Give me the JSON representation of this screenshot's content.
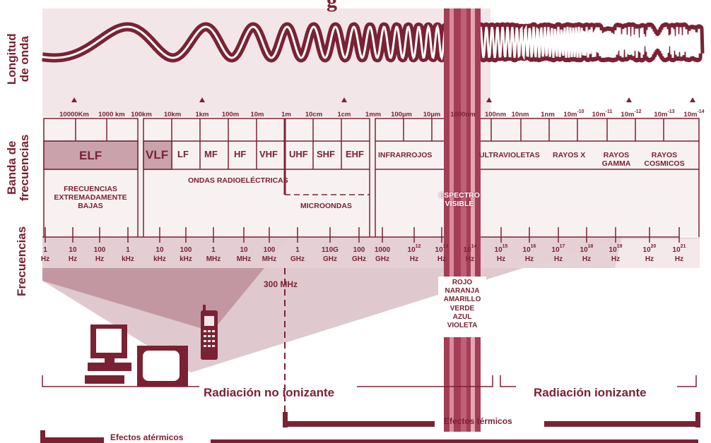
{
  "colors": {
    "dark": "#7a2233",
    "medium": "#c9a2ac",
    "light": "#f2e6e8",
    "mid_light": "#dcc3c9"
  },
  "title_fragment": "g",
  "side_labels": {
    "wavelength": [
      "Longitud",
      "de onda"
    ],
    "band": [
      "Banda de",
      "frecuencias"
    ],
    "frequency": "Frecuencias"
  },
  "wavelength_ticks": [
    "10000Km",
    "1000 km",
    "100km",
    "10km",
    "1km",
    "100m",
    "10m",
    "1m",
    "10cm",
    "1cm",
    "1mm",
    "100µm",
    "10µm",
    "1000nm",
    "100nm",
    "10nm",
    "1nm",
    "10m",
    "10m",
    "10m",
    "10m",
    "10m"
  ],
  "wavelength_exponents": [
    "-10",
    "-11",
    "-12",
    "-13",
    "-14"
  ],
  "bands": {
    "elf": "ELF",
    "vlf": "VLF",
    "lf": "LF",
    "mf": "MF",
    "hf": "HF",
    "vhf": "VHF",
    "uhf": "UHF",
    "shf": "SHF",
    "ehf": "EHF",
    "infrared": "INFRARROJOS",
    "ultraviolet": "ULTRAVIOLETAS",
    "xray": "RAYOS X",
    "gamma": "RAYOS GAMMA",
    "cosmic": "RAYOS COSMICOS"
  },
  "groups": {
    "elf_desc": "FRECUENCIAS EXTREMADAMENTE BAJAS",
    "radio": "ONDAS RADIOELÉCTRICAS",
    "microwave": "MICROONDAS",
    "visible": "ESPECTRO VISIBLE"
  },
  "frequency_ticks": [
    {
      "n": "1",
      "u": "Hz"
    },
    {
      "n": "10",
      "u": "Hz"
    },
    {
      "n": "100",
      "u": "Hz"
    },
    {
      "n": "1",
      "u": "kHz"
    },
    {
      "n": "10",
      "u": "kHz"
    },
    {
      "n": "100",
      "u": "kHz"
    },
    {
      "n": "1",
      "u": "MHz"
    },
    {
      "n": "10",
      "u": "MHz"
    },
    {
      "n": "100",
      "u": "MHz"
    },
    {
      "n": "1",
      "u": "GHz"
    },
    {
      "n": "110G",
      "u": "GHz"
    },
    {
      "n": "100",
      "u": "GHz"
    },
    {
      "n": "1000",
      "u": "GHz"
    },
    {
      "n": "10",
      "u": "Hz",
      "e": "12"
    },
    {
      "n": "10",
      "u": "Hz",
      "e": "13"
    },
    {
      "n": "10",
      "u": "Hz",
      "e": "14"
    },
    {
      "n": "10",
      "u": "Hz",
      "e": "15"
    },
    {
      "n": "10",
      "u": "Hz",
      "e": "16"
    },
    {
      "n": "10",
      "u": "Hz",
      "e": "17"
    },
    {
      "n": "10",
      "u": "Hz",
      "e": "18"
    },
    {
      "n": "10",
      "u": "Hz",
      "e": "19"
    },
    {
      "n": "10",
      "u": "Hz",
      "e": "20"
    },
    {
      "n": "10",
      "u": "Hz",
      "e": "21"
    }
  ],
  "marker_300": "300 MHz",
  "visible_colors": [
    "ROJO",
    "NARANJA",
    "AMARILLO",
    "VERDE",
    "AZUL",
    "VIOLETA"
  ],
  "radiation": {
    "non_ionizing": "Radiación no ionizante",
    "ionizing": "Radiación ionizante"
  },
  "effects": {
    "thermal": "Efectos térmicos",
    "athermal": "Efectos atérmicos"
  }
}
